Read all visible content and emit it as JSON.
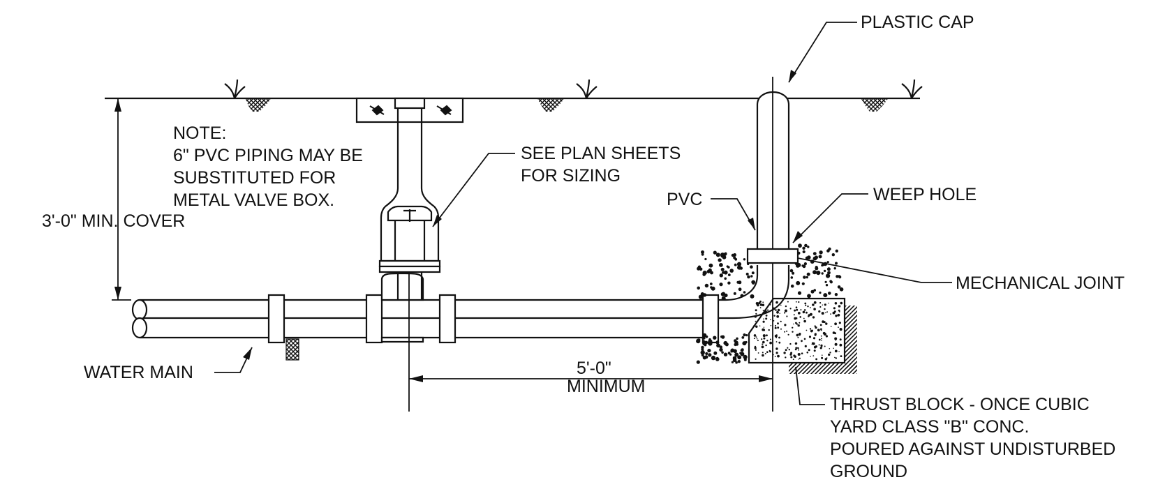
{
  "colors": {
    "ink": "#111111",
    "background": "#ffffff"
  },
  "labels": {
    "plastic_cap": "PLASTIC CAP",
    "note_title": "NOTE:",
    "note_line1": "6\" PVC PIPING MAY BE",
    "note_line2": "SUBSTITUTED FOR",
    "note_line3": "METAL VALVE BOX.",
    "see_plan_line1": "SEE PLAN SHEETS",
    "see_plan_line2": "FOR SIZING",
    "pvc": "PVC",
    "weep_hole": "WEEP HOLE",
    "min_cover": "3'-0\" MIN. COVER",
    "mechanical_joint": "MECHANICAL JOINT",
    "water_main": "WATER MAIN",
    "dim_value": "5'-0\"",
    "dim_label": "MINIMUM",
    "thrust_line1": "THRUST BLOCK - ONCE CUBIC",
    "thrust_line2": "YARD CLASS \"B\" CONC.",
    "thrust_line3": "POURED AGAINST UNDISTURBED",
    "thrust_line4": "GROUND"
  }
}
